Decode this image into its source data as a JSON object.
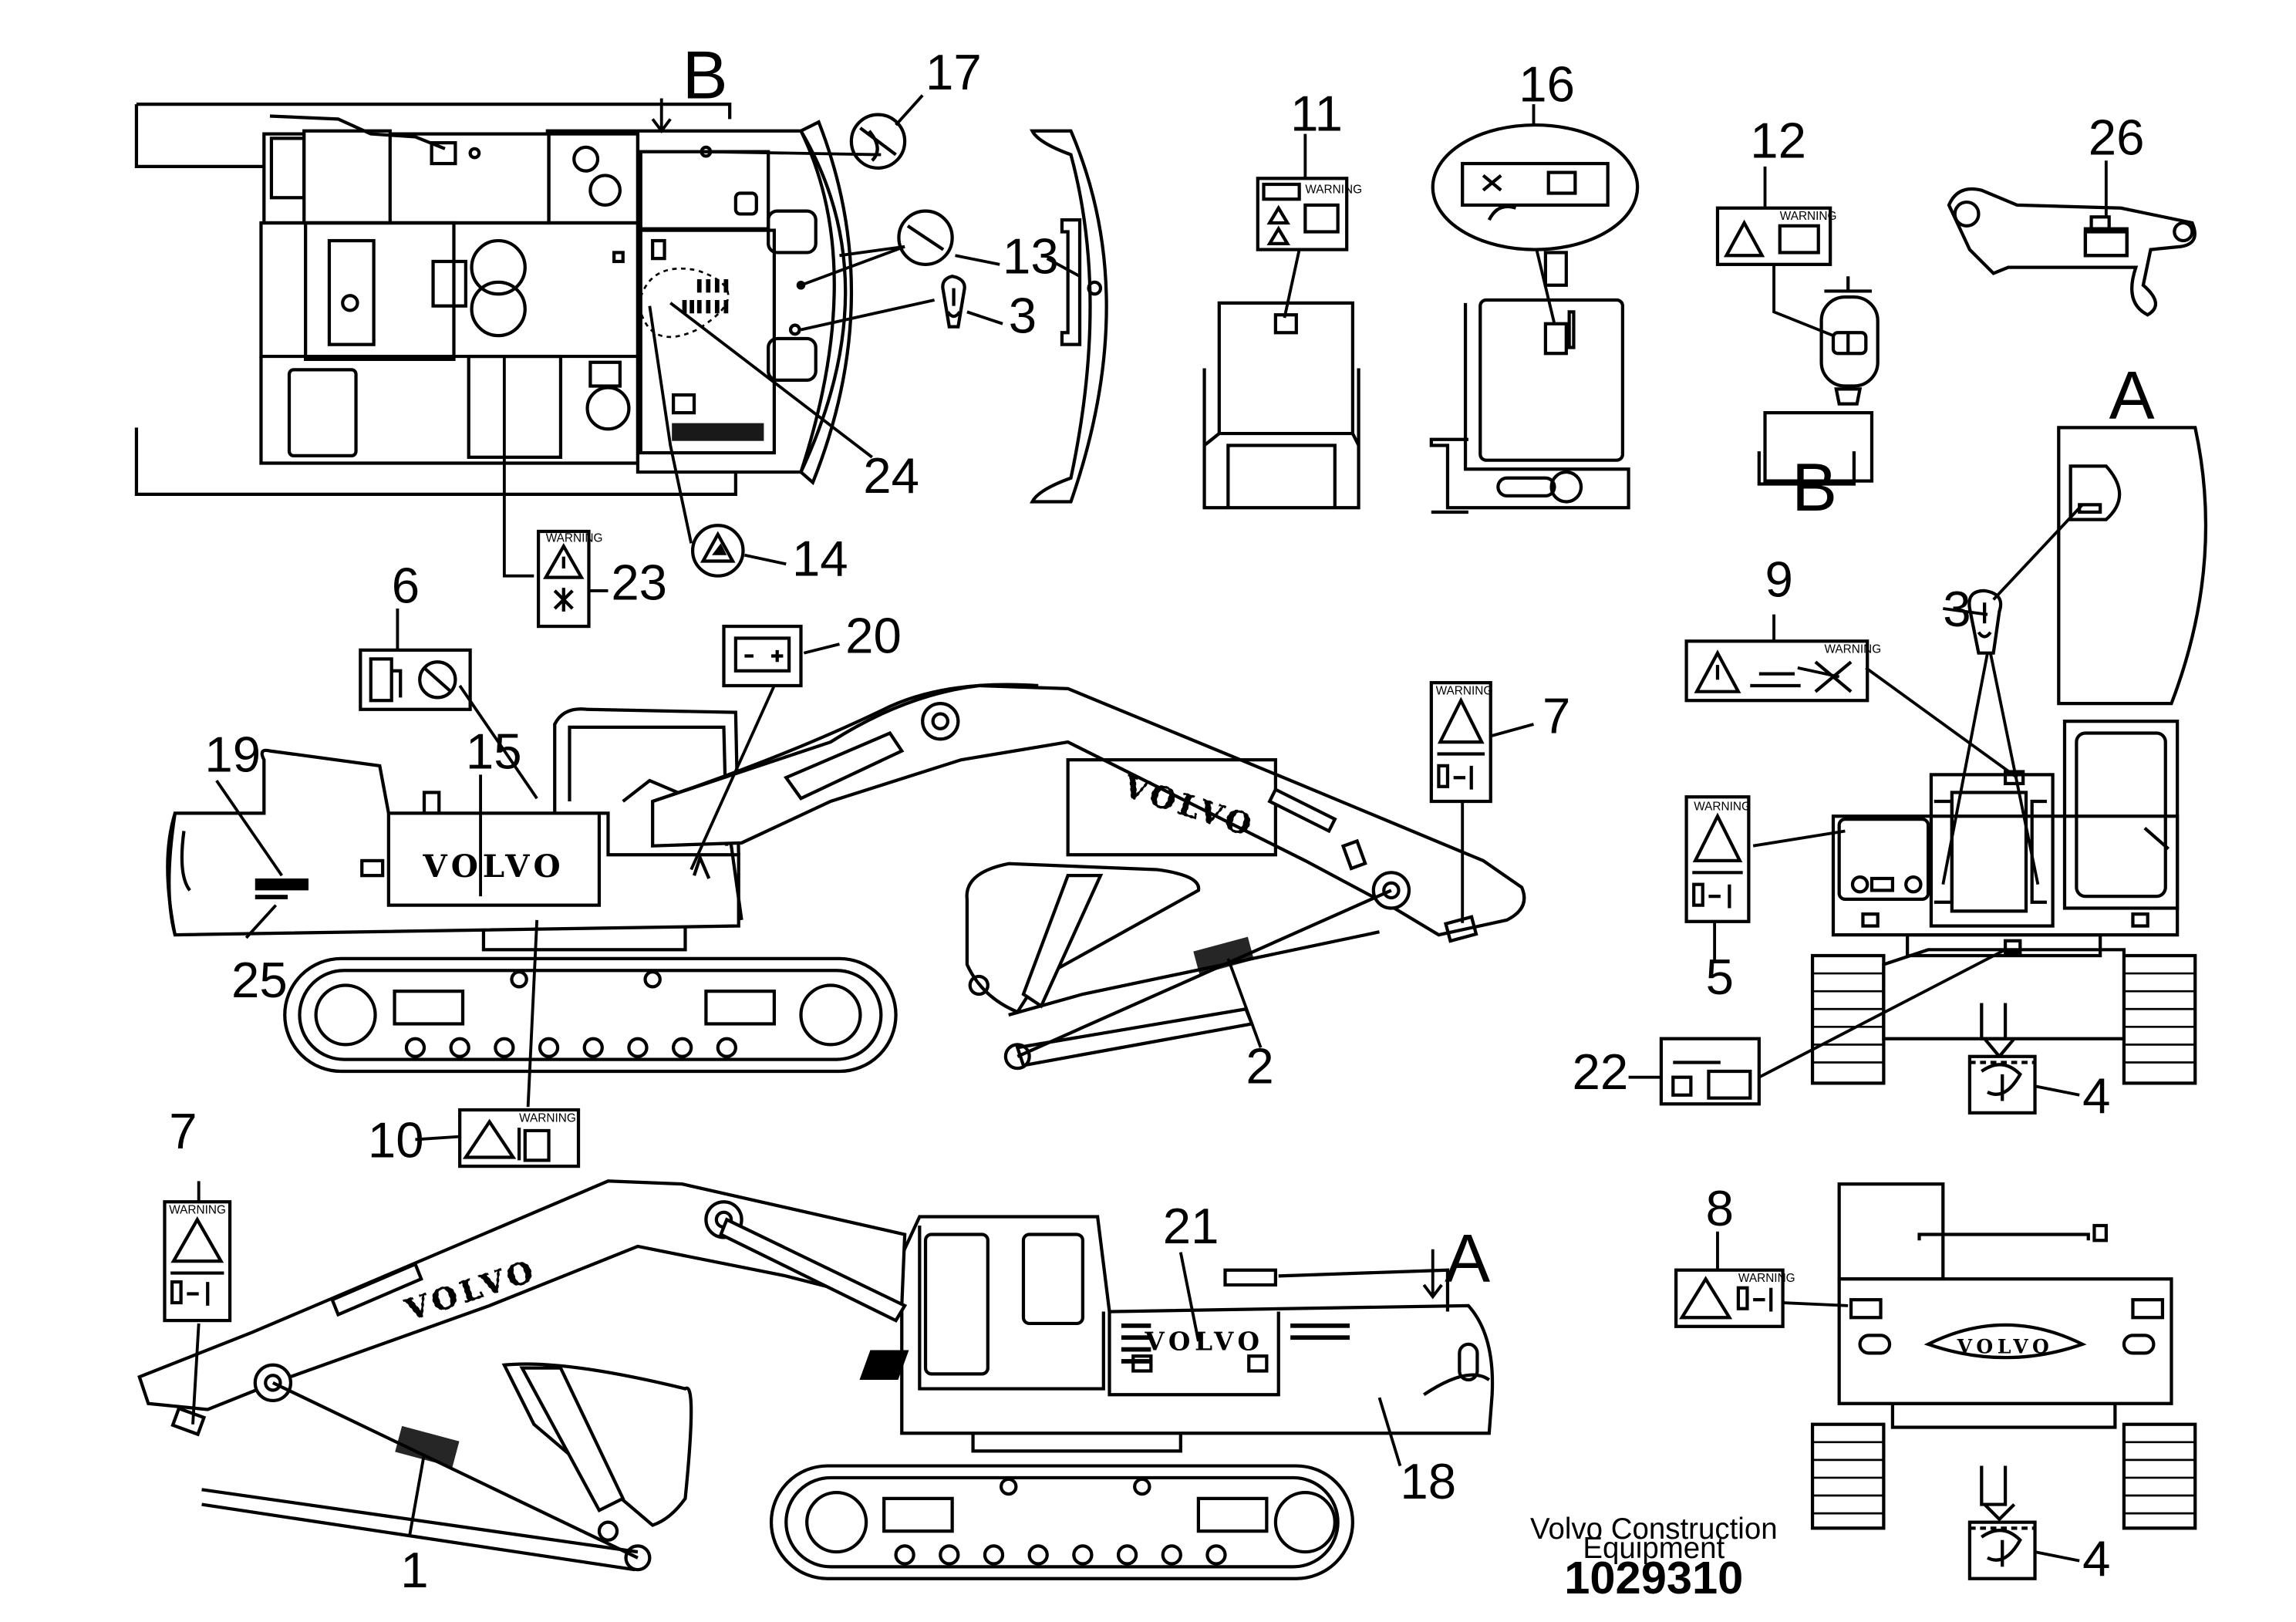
{
  "callouts": {
    "c1": "1",
    "c2": "2",
    "c3a": "3",
    "c3b": "3",
    "c4a": "4",
    "c4b": "4",
    "c5": "5",
    "c6": "6",
    "c7a": "7",
    "c7b": "7",
    "c8": "8",
    "c9": "9",
    "c10": "10",
    "c11": "11",
    "c12": "12",
    "c13": "13",
    "c14": "14",
    "c15": "15",
    "c16": "16",
    "c17": "17",
    "c18": "18",
    "c19": "19",
    "c20": "20",
    "c21": "21",
    "c22": "22",
    "c23": "23",
    "c24": "24",
    "c25": "25",
    "c26": "26"
  },
  "view_letters": {
    "a_side": "A",
    "a_top": "A",
    "b_top": "B",
    "b_detail": "B"
  },
  "brand": {
    "side_upper": "VOLVO",
    "side_lower": "VOLVO",
    "boom_upper": "VOLVO",
    "boom_lower": "VOLVO",
    "rear": "VOLVO"
  },
  "labels": {
    "warning_text": "WARNING"
  },
  "footer": {
    "company_line1": "Volvo Construction",
    "company_line2": "Equipment",
    "document_number": "1029310"
  },
  "icons": [
    "fuel-no-smoking-icon",
    "battery-icon",
    "warning-triangle-icon",
    "manual-book-icon",
    "lifting-hook-icon",
    "no-step-icon",
    "caution-stripe-icon",
    "crush-hazard-icon"
  ]
}
